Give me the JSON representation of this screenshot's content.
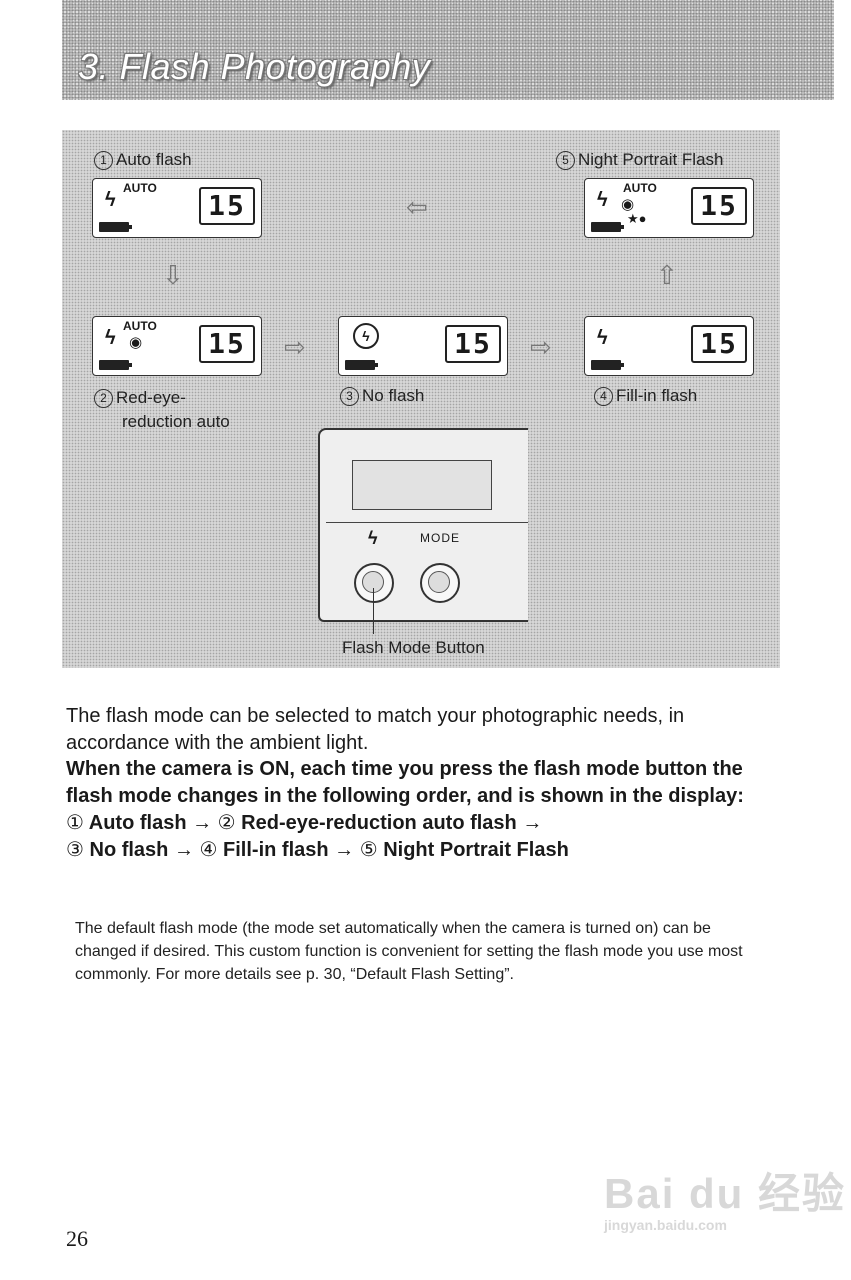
{
  "header": {
    "title": "3. Flash Photography"
  },
  "figure": {
    "modes": [
      {
        "num": "1",
        "label": "Auto flash"
      },
      {
        "num": "2",
        "label": "Red-eye-",
        "label2": "reduction auto"
      },
      {
        "num": "3",
        "label": "No flash"
      },
      {
        "num": "4",
        "label": "Fill-in flash"
      },
      {
        "num": "5",
        "label": "Night Portrait Flash"
      }
    ],
    "lcd_auto_text": "AUTO",
    "lcd_count": "15",
    "camera_mode_text": "MODE",
    "caption": "Flash Mode Button"
  },
  "body": {
    "p1": "The flash mode can be selected to match your photographic needs, in accordance with the ambient light.",
    "p2": "When the camera is ON, each time you press the flash mode button the flash mode changes  in the following order, and is shown in the display:",
    "order_line1": [
      "Auto flash",
      "Red-eye-reduction auto flash"
    ],
    "order_line2": [
      "No flash",
      "Fill-in flash",
      "Night Portrait Flash"
    ],
    "arrow": "→",
    "p3": "The default flash mode (the mode set automatically when the camera is turned on) can be changed if desired. This custom function is convenient for setting the flash mode you use most commonly. For more details see p. 30, “Default Flash Setting”."
  },
  "page_number": "26",
  "watermark": {
    "brand": "Bai du 经验",
    "url": "jingyan.baidu.com"
  }
}
